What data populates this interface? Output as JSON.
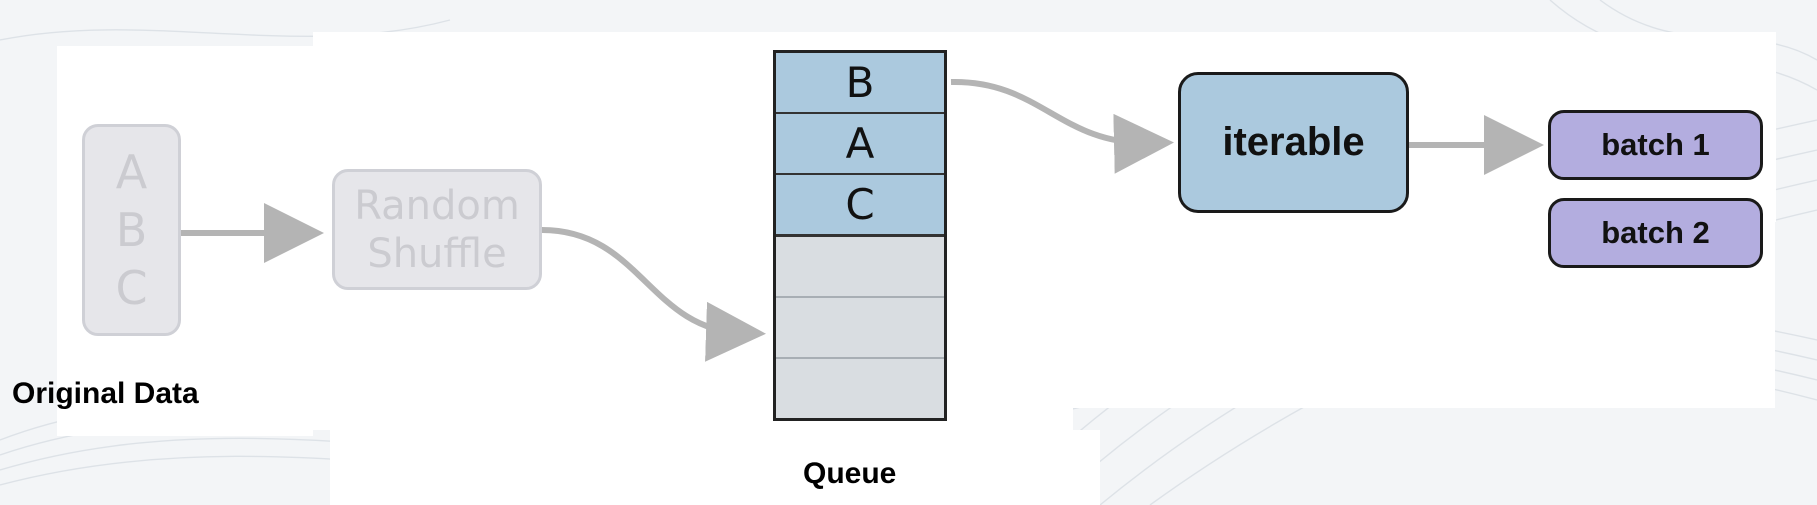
{
  "original_data": {
    "label": "Original Data",
    "items": [
      "A",
      "B",
      "C"
    ]
  },
  "shuffle": {
    "line1": "Random",
    "line2": "Shuffle"
  },
  "queue": {
    "label": "Queue",
    "cells": [
      "B",
      "A",
      "C",
      "",
      "",
      ""
    ]
  },
  "iterable": {
    "label": "iterable"
  },
  "batches": [
    "batch 1",
    "batch 2"
  ],
  "colors": {
    "faded_fill": "#e6e6ea",
    "queue_filled": "#abc9de",
    "queue_empty": "#d9dde1",
    "batch_fill": "#b3addf",
    "arrow": "#b4b4b4"
  }
}
